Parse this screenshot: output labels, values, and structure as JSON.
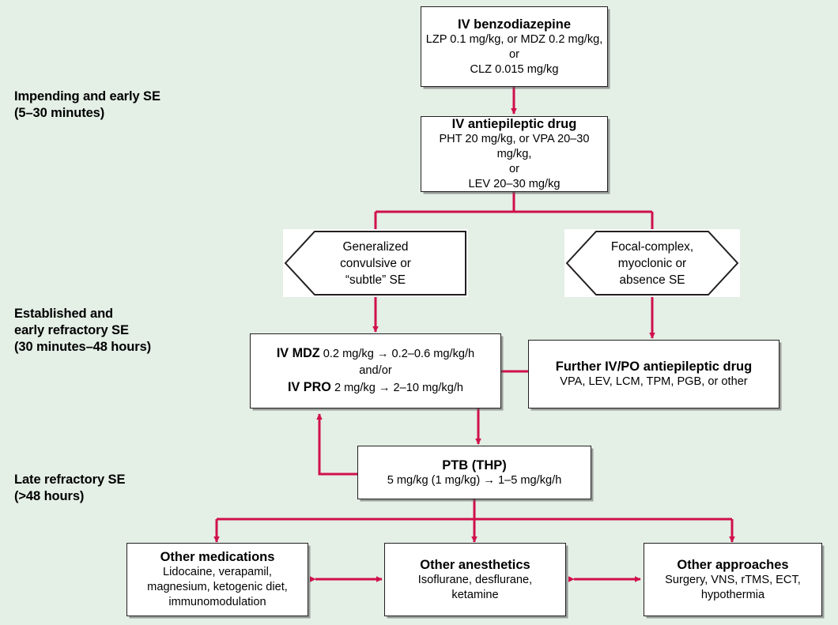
{
  "figure": {
    "kind": "clinical-treatment-flowchart",
    "background_color": "#e4efe6",
    "line_color": "#d0104c",
    "box_border_color": "#231f20",
    "box_fill_color": "#ffffff"
  },
  "stage_labels": [
    {
      "id": "stage-impending",
      "text": "Impending and early SE\n(5–30 minutes)"
    },
    {
      "id": "stage-established",
      "text": "Established and\nearly refractory SE\n(30 minutes–48 hours)"
    },
    {
      "id": "stage-late",
      "text": "Late refractory SE\n(>48 hours)"
    }
  ],
  "nodes": {
    "benzodiazepine": {
      "title": "IV benzodiazepine",
      "line1": "LZP 0.1 mg/kg, or MDZ 0.2 mg/kg,",
      "line2": "or",
      "line3": "CLZ 0.015 mg/kg"
    },
    "antiepileptic": {
      "title": "IV antiepileptic drug",
      "line1": "PHT 20 mg/kg, or VPA 20–30 mg/kg,",
      "line2": "or",
      "line3": "LEV 20–30 mg/kg"
    },
    "hex_generalized": {
      "text": "Generalized\nconvulsive or\n“subtle” SE"
    },
    "hex_focal": {
      "text": "Focal-complex,\nmyoclonic or\nabsence SE"
    },
    "mdz_pro": {
      "drug1_label": "IV MDZ",
      "drug1_dose": "0.2 mg/kg → 0.2–0.6 mg/kg/h",
      "connector": "and/or",
      "drug2_label": "IV PRO",
      "drug2_dose": "2 mg/kg → 2–10 mg/kg/h"
    },
    "further_aed": {
      "title": "Further IV/PO antiepileptic drug",
      "line1": "VPA, LEV, LCM, TPM, PGB, or other"
    },
    "ptb": {
      "title": "PTB (THP)",
      "line1": "5 mg/kg (1 mg/kg) → 1–5 mg/kg/h"
    },
    "other_medications": {
      "title": "Other medications",
      "line1": "Lidocaine, verapamil,",
      "line2": "magnesium, ketogenic diet,",
      "line3": "immunomodulation"
    },
    "other_anesthetics": {
      "title": "Other anesthetics",
      "line1": "Isoflurane, desflurane,",
      "line2": "ketamine"
    },
    "other_approaches": {
      "title": "Other approaches",
      "line1": "Surgery, VNS, rTMS, ECT,",
      "line2": "hypothermia"
    }
  }
}
